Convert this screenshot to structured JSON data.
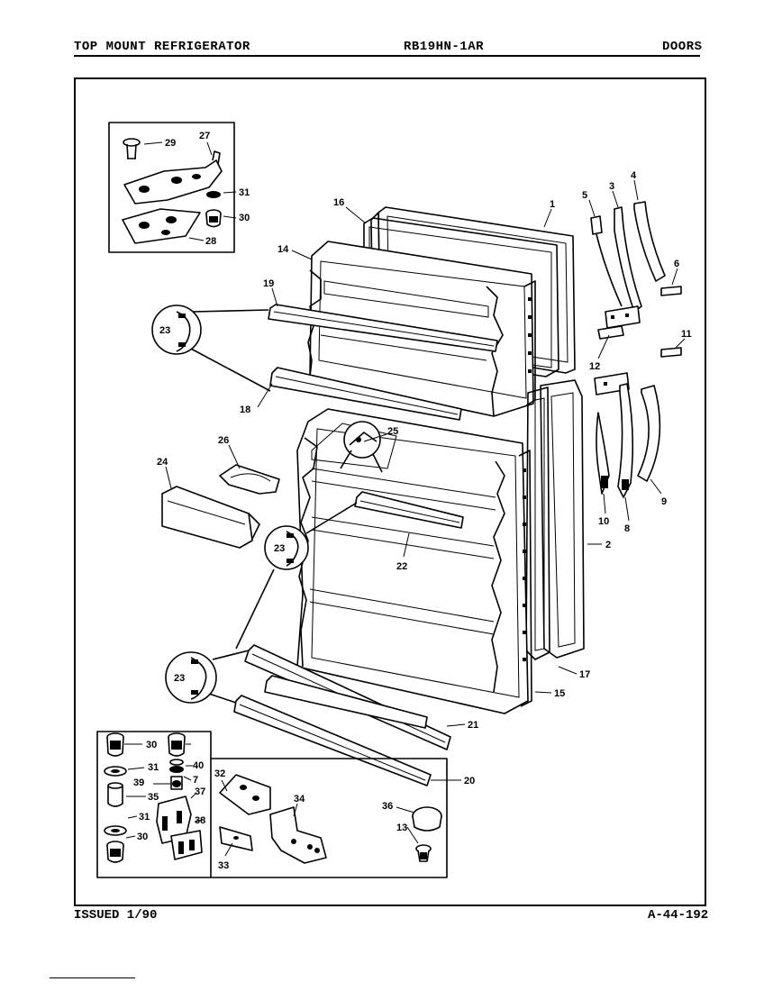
{
  "header": {
    "left": "TOP MOUNT REFRIGERATOR",
    "model": "RB19HN-1AR",
    "right": "DOORS"
  },
  "footer": {
    "issued": "ISSUED 1/90",
    "code": "A-44-192"
  },
  "labels": {
    "p1": "1",
    "p2": "2",
    "p3": "3",
    "p4": "4",
    "p5": "5",
    "p6": "6",
    "p7": "7",
    "p8": "8",
    "p9": "9",
    "p10": "10",
    "p11": "11",
    "p12": "12",
    "p13": "13",
    "p14": "14",
    "p15": "15",
    "p16": "16",
    "p17": "17",
    "p18": "18",
    "p19": "19",
    "p20": "20",
    "p21": "21",
    "p22": "22",
    "p23": "23",
    "p24": "24",
    "p25": "25",
    "p26": "26",
    "p27": "27",
    "p28": "28",
    "p29": "29",
    "p30": "30",
    "p31": "31",
    "p32": "32",
    "p33": "33",
    "p34": "34",
    "p35": "35",
    "p36": "36",
    "p37": "37",
    "p38": "38",
    "p39": "39",
    "p40": "40"
  }
}
